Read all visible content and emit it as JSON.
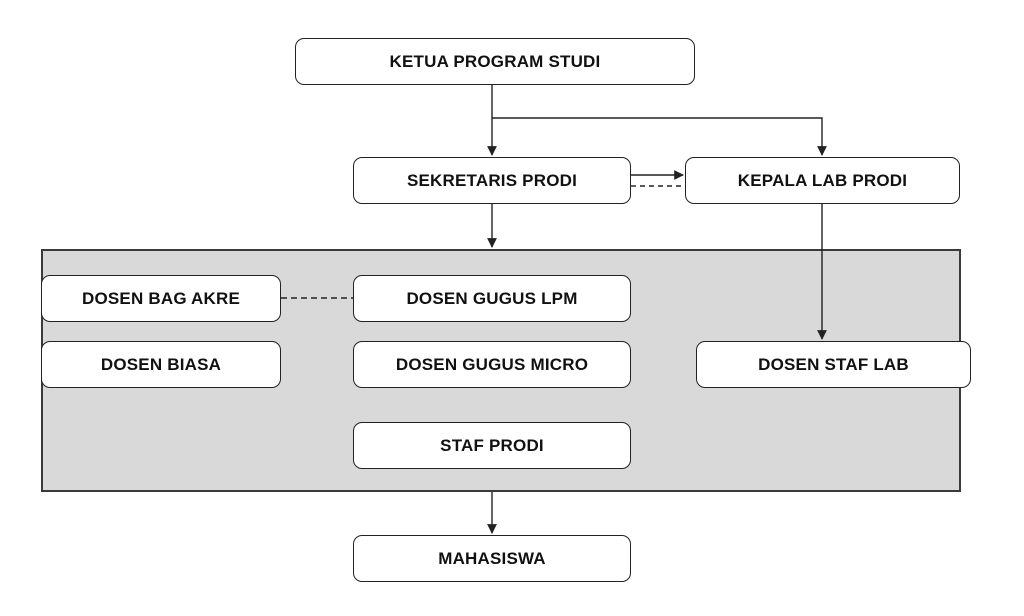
{
  "nodes": {
    "ketua": "KETUA PROGRAM STUDI",
    "sekretaris": "SEKRETARIS PRODI",
    "kepala_lab": "KEPALA LAB PRODI",
    "dosen_bag_akre": "DOSEN BAG AKRE",
    "dosen_gugus_lpm": "DOSEN GUGUS LPM",
    "dosen_biasa": "DOSEN BIASA",
    "dosen_gugus_micro": "DOSEN GUGUS MICRO",
    "dosen_staf_lab": "DOSEN STAF LAB",
    "staf_prodi": "STAF PRODI",
    "mahasiswa": "MAHASISWA"
  },
  "colors": {
    "panel_fill": "#d9d9d9",
    "line": "#222222",
    "node_fill": "#ffffff"
  }
}
